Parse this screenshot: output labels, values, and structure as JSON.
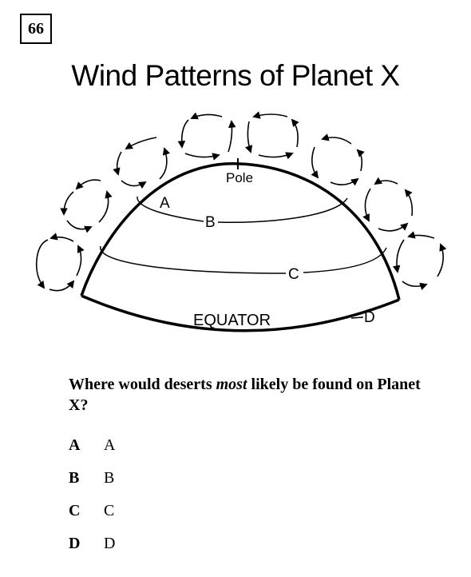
{
  "question_number": "66",
  "title": "Wind Patterns of Planet X",
  "diagram": {
    "labels": {
      "pole": "Pole",
      "equator": "EQUATOR",
      "a": "A",
      "b": "B",
      "c": "C",
      "d": "D"
    }
  },
  "question": {
    "before": "Where would deserts ",
    "emphasis": "most",
    "after": " likely be found on Planet X?"
  },
  "options": [
    {
      "letter": "A",
      "text": "A"
    },
    {
      "letter": "B",
      "text": "B"
    },
    {
      "letter": "C",
      "text": "C"
    },
    {
      "letter": "D",
      "text": "D"
    }
  ]
}
